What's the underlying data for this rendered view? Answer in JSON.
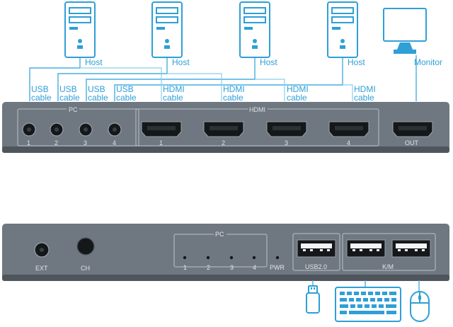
{
  "hosts": [
    {
      "label": "Host"
    },
    {
      "label": "Host"
    },
    {
      "label": "Host"
    },
    {
      "label": "Host"
    }
  ],
  "monitor": {
    "label": "Monitor"
  },
  "cables": {
    "usb": [
      {
        "line1": "USB",
        "line2": "cable"
      },
      {
        "line1": "USB",
        "line2": "cable"
      },
      {
        "line1": "USB",
        "line2": "cable"
      },
      {
        "line1": "USB",
        "line2": "cable"
      }
    ],
    "hdmi": [
      {
        "line1": "HDMI",
        "line2": "cable"
      },
      {
        "line1": "HDMI",
        "line2": "cable"
      },
      {
        "line1": "HDMI",
        "line2": "cable"
      },
      {
        "line1": "HDMI",
        "line2": "cable"
      }
    ]
  },
  "rear_panel": {
    "pc_group_label": "PC",
    "pc_ports": [
      "1",
      "2",
      "3",
      "4"
    ],
    "hdmi_group_label": "HDMI",
    "hdmi_ports": [
      "1",
      "2",
      "3",
      "4"
    ],
    "out_label": "OUT"
  },
  "front_panel": {
    "ext_label": "EXT",
    "ch_label": "CH",
    "pc_group_label": "PC",
    "leds": [
      "1",
      "2",
      "3",
      "4"
    ],
    "pwr_label": "PWR",
    "usb_label": "USB2.0",
    "km_label": "K/M"
  },
  "peripherals": {
    "flash_drive": "usb-flash-drive",
    "keyboard": "keyboard",
    "mouse": "mouse"
  },
  "colors": {
    "accent": "#2f9fd6",
    "panel": "#6f7780",
    "panel_dark": "#4e555c",
    "port": "#15181b"
  }
}
